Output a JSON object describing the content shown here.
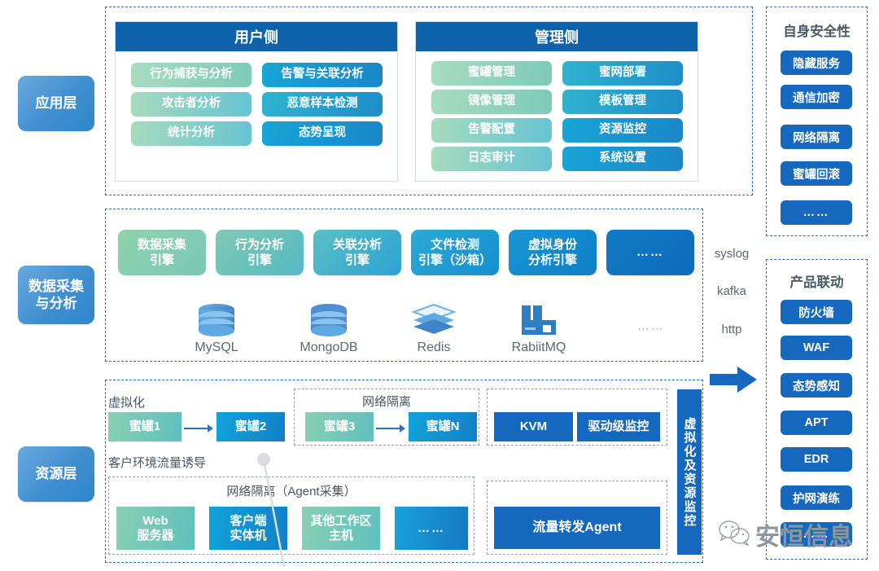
{
  "layers": [
    {
      "id": "application",
      "label": "应用层"
    },
    {
      "id": "data-collection",
      "label": "数据采集\n与分析"
    },
    {
      "id": "resource",
      "label": "资源层"
    }
  ],
  "application_layer": {
    "panels": [
      {
        "id": "user-side",
        "title": "用户侧",
        "left_column": [
          "行为捕获与分析",
          "攻击者分析",
          "统计分析"
        ],
        "right_column": [
          "告警与关联分析",
          "恶意样本检测",
          "态势呈现"
        ]
      },
      {
        "id": "management-side",
        "title": "管理侧",
        "left_column": [
          "蜜罐管理",
          "镜像管理",
          "告警配置",
          "日志审计"
        ],
        "right_column": [
          "蜜网部署",
          "模板管理",
          "资源监控",
          "系统设置"
        ]
      }
    ]
  },
  "data_layer": {
    "engines": [
      "数据采集\n引擎",
      "行为分析\n引擎",
      "关联分析\n引擎",
      "文件检测\n引擎（沙箱）",
      "虚拟身份\n分析引擎",
      "……"
    ],
    "stores": [
      {
        "name": "MySQL",
        "icon": "database-icon"
      },
      {
        "name": "MongoDB",
        "icon": "database-icon"
      },
      {
        "name": "Redis",
        "icon": "stack-icon"
      },
      {
        "name": "RabiitMQ",
        "icon": "queue-icon"
      }
    ],
    "stores_more": "……"
  },
  "protocols": [
    "syslog",
    "kafka",
    "http"
  ],
  "resource_layer": {
    "virtualization_label": "虚拟化",
    "traffic_label": "客户环境流量诱导",
    "honeypot_pair": [
      "蜜罐1",
      "蜜罐2"
    ],
    "isolation_title": "网络隔离",
    "isolation_pair": [
      "蜜罐3",
      "蜜罐N"
    ],
    "kvm_boxes": [
      "KVM",
      "驱动级监控"
    ],
    "agent_title": "网络隔离（Agent采集）",
    "agent_boxes": [
      "Web\n服务器",
      "客户端\n实体机",
      "其他工作区\n主机",
      "……"
    ],
    "forward_agent": "流量转发Agent",
    "vertical_bar": "虚拟化及资源监控"
  },
  "sidebar": {
    "security": {
      "title": "自身安全性",
      "items": [
        "隐藏服务",
        "通信加密",
        "网络隔离",
        "蜜罐回滚",
        "……"
      ]
    },
    "linkage": {
      "title": "产品联动",
      "items": [
        "防火墙",
        "WAF",
        "态势感知",
        "APT",
        "EDR",
        "护网演练",
        "……"
      ]
    }
  },
  "watermark": {
    "text": "安恒信息",
    "icon": "wechat-icon"
  },
  "colors": {
    "header_blue": "#0d62ab",
    "button_blue": "#1568bd",
    "dashed_blue": "#2d6fb5",
    "green": "#8fd3ae",
    "text_gray": "#5d6870"
  }
}
